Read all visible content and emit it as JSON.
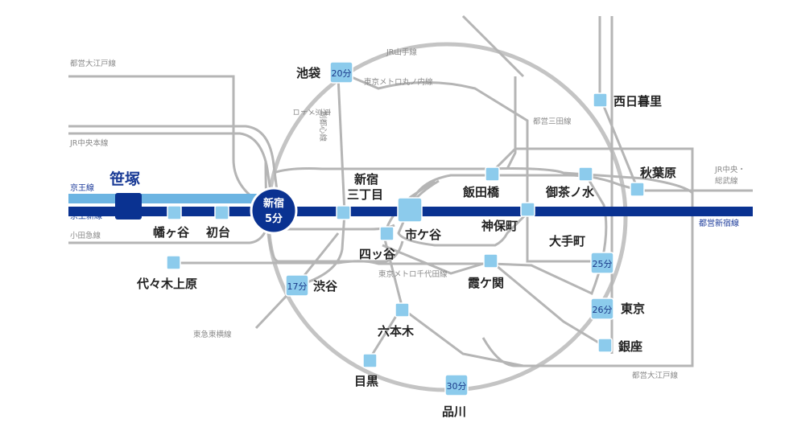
{
  "colors": {
    "keio_line": "#5aa9dc",
    "keio_new_line": "#0a3291",
    "station_box": "#8ccbec",
    "other_lines": "#b3b3b3",
    "yamanote_ring": "#bfbfbf",
    "label_text": "#222222"
  },
  "home_station": "笹塚",
  "hub_station": {
    "name": "新宿",
    "time": "5分"
  },
  "stations": {
    "hatagaya": "幡ヶ谷",
    "hatsudai": "初台",
    "yoyogiuehara": "代々木上原",
    "ikebukuro": "池袋",
    "nishinippori": "西日暮里",
    "akihabara": "秋葉原",
    "iidabashi": "飯田橋",
    "ochanomizu": "御茶ノ水",
    "shinjuku_sanchome": [
      "新宿",
      "三丁目"
    ],
    "ichigaya": "市ケ谷",
    "jimbocho": "神保町",
    "otemachi": "大手町",
    "yotsuya": "四ッ谷",
    "kasumigaseki": "霞ケ関",
    "shibuya": "渋谷",
    "tokyo": "東京",
    "ginza": "銀座",
    "roppongi": "六本木",
    "meguro": "目黒",
    "shinagawa": "品川"
  },
  "times": {
    "ikebukuro": "20分",
    "shibuya": "17分",
    "otemachi": "25分",
    "tokyo": "26分",
    "shinagawa": "30分"
  },
  "lines": {
    "keio": "京王線",
    "keio_new": "京王新線",
    "toei_shinjuku": "都営新宿線",
    "odakyu": "小田急線",
    "jr_chuo": "JR中央本線",
    "jr_chuo_sobu": [
      "JR中央・",
      "総武線"
    ],
    "toei_oedo_top": "都営大江戸線",
    "toei_oedo_bottom": "都営大江戸線",
    "jr_yamanote": "JR山手線",
    "marunouchi": "東京メトロ丸ノ内線",
    "fukutoshin": [
      "東京メトロ",
      "副都心線"
    ],
    "toei_mita": "都営三田線",
    "chiyoda": "東京メトロ千代田線",
    "tokyu_toyoko": "東急東横線"
  }
}
